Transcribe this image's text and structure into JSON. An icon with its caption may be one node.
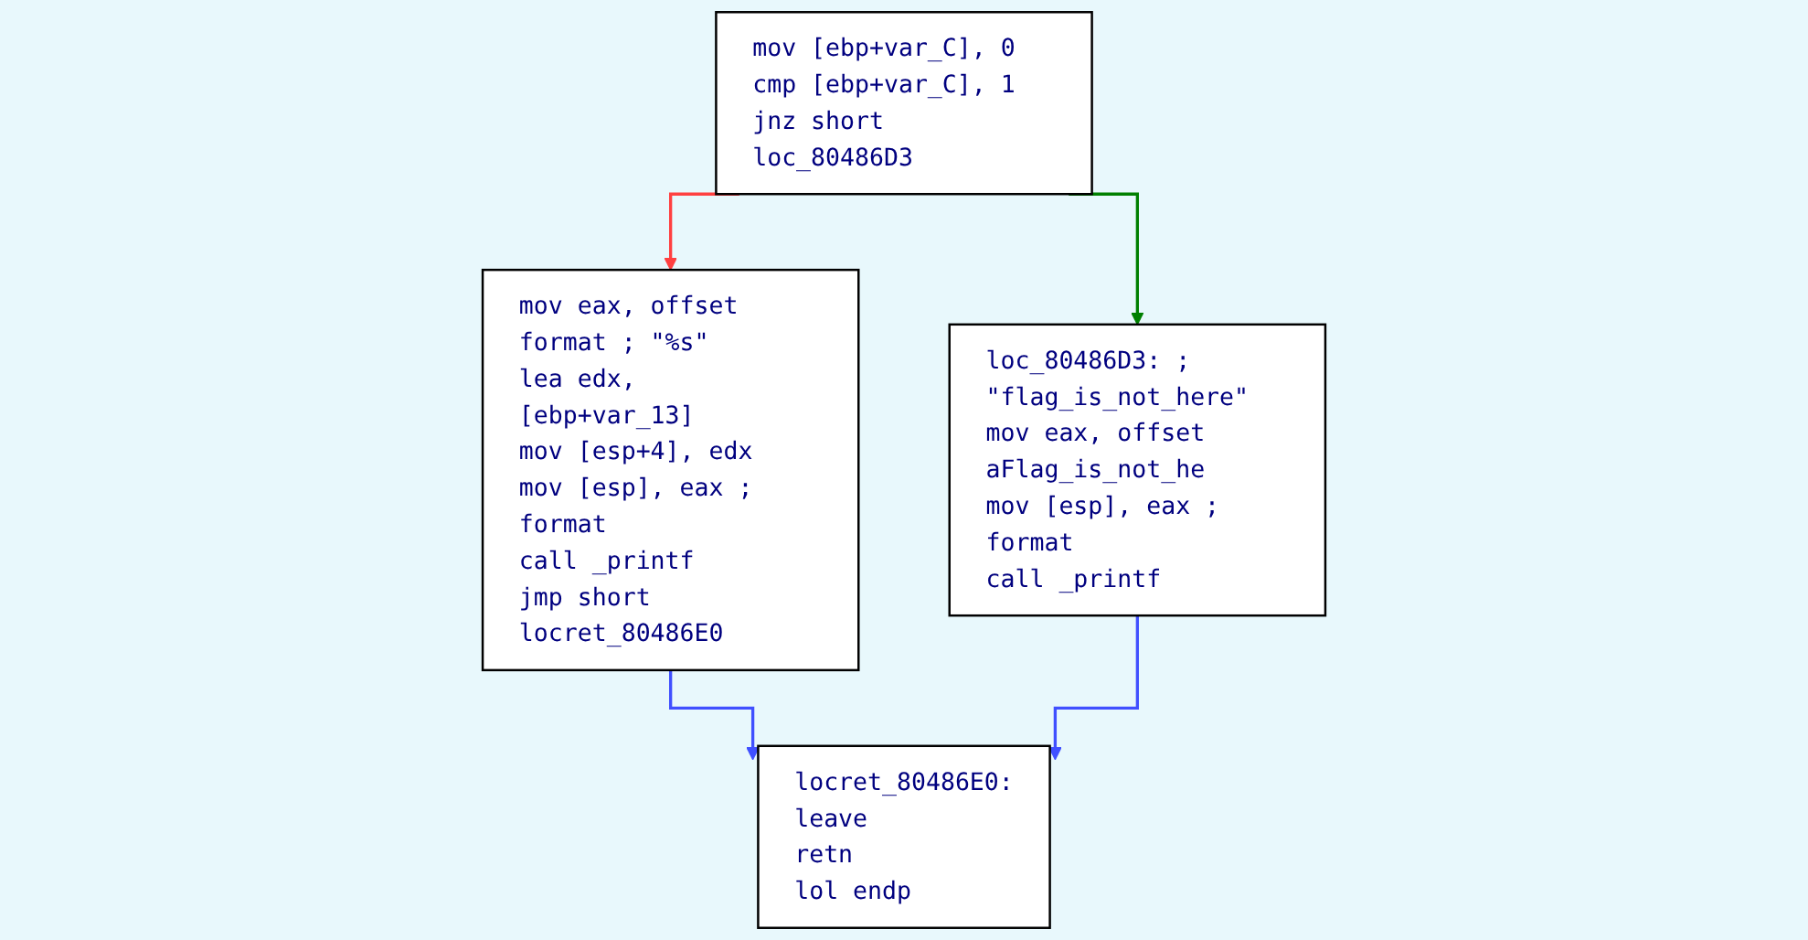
{
  "diagram": {
    "nodes": [
      {
        "text": [
          "mov [ebp+var_C], 0",
          "cmp [ebp+var_C], 1",
          "jnz short loc_80486D3"
        ]
      },
      {
        "text": [
          "mov eax, offset format ; \"%s\"",
          "lea edx, [ebp+var_13]",
          "mov [esp+4], edx",
          "mov [esp], eax ; format",
          "call _printf",
          "jmp short locret_80486E0"
        ]
      },
      {
        "text": [
          "loc_80486D3: ; \"flag_is_not_here\"",
          "mov eax, offset aFlag_is_not_he",
          "mov [esp], eax ; format",
          "call _printf"
        ]
      },
      {
        "text": [
          "locret_80486E0:",
          "leave",
          "retn",
          "lol endp"
        ]
      }
    ],
    "edges": [
      {
        "from": 0,
        "to": 1,
        "arrow": "to",
        "color": "#ff4040"
      },
      {
        "from": 0,
        "to": 2,
        "arrow": "to",
        "color": "#008000"
      },
      {
        "from": 1,
        "to": 3,
        "arrow": "to"
      },
      {
        "from": 2,
        "to": 3,
        "arrow": "to"
      }
    ]
  }
}
